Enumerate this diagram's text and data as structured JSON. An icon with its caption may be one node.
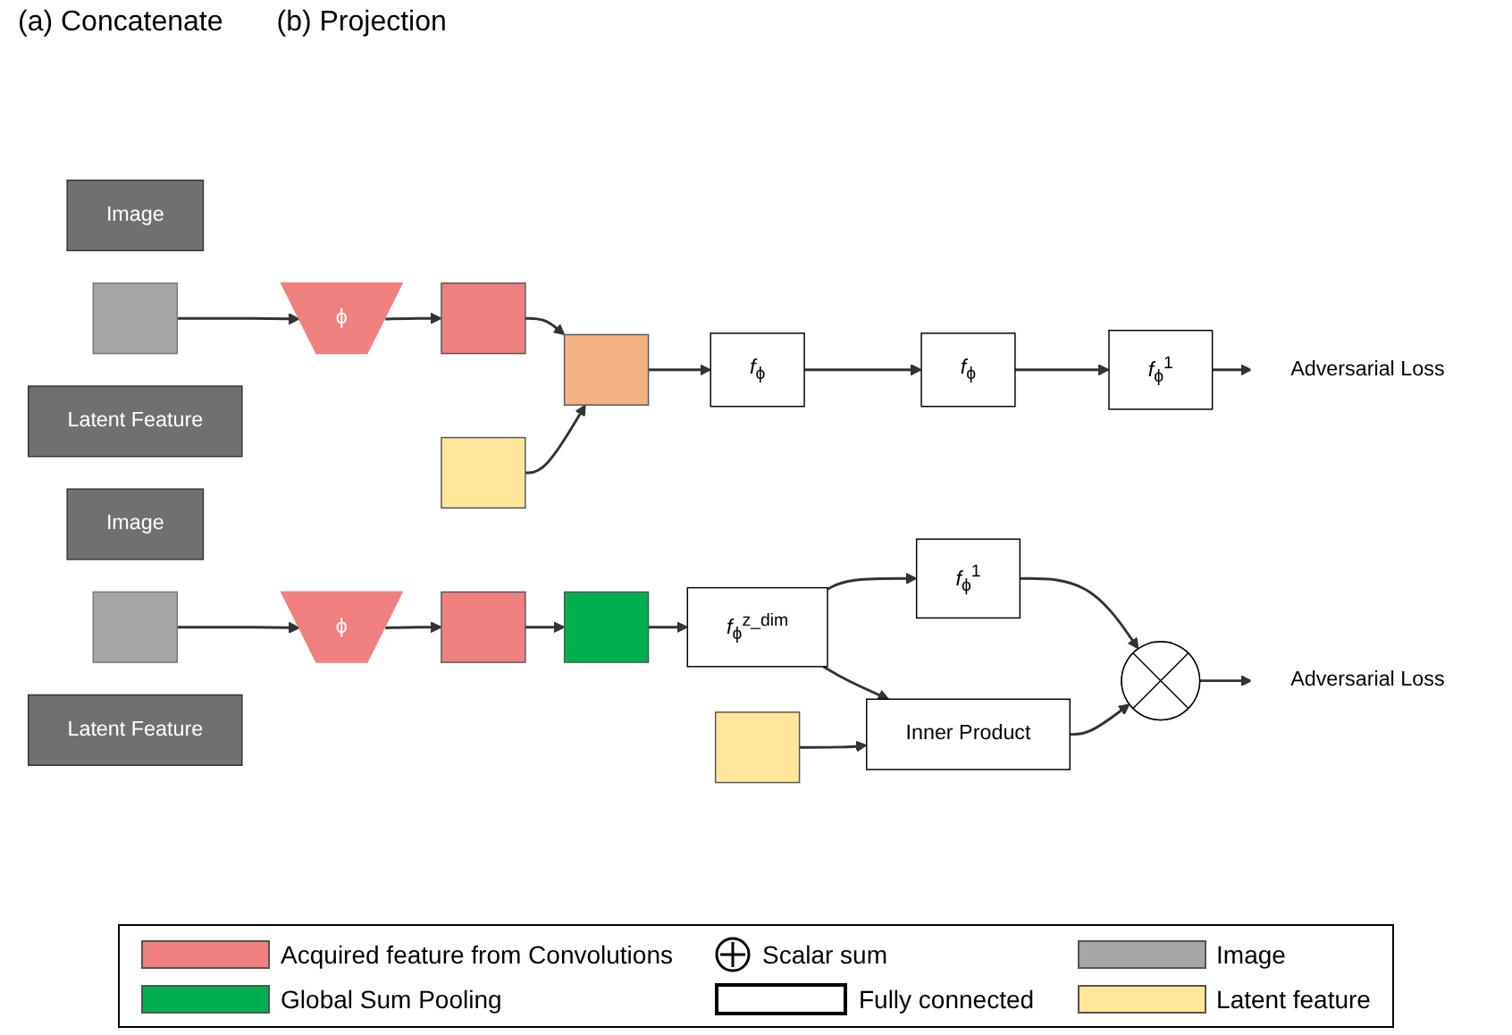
{
  "diagram": {
    "nodes": [
      {
        "text": [
          "Image"
        ]
      },
      {
        "text": [],
        "shape": "box"
      },
      {
        "text": [
          "ϕ"
        ]
      },
      {
        "text": [],
        "shape": "bar"
      },
      {
        "text": [
          "Latent Feature"
        ]
      },
      {
        "text": [],
        "shape": "bar"
      },
      {
        "text": [],
        "shape": "bar"
      },
      {
        "text": [
          "*f*$_{ϕ}$"
        ]
      },
      {
        "text": [
          "*f*$_{ϕ}$"
        ]
      },
      {
        "text": [
          "*f*$_{ϕ}$$^{1}$"
        ]
      },
      {
        "text": [
          "Adversarial Loss"
        ]
      },
      {
        "text": [
          "Image"
        ]
      },
      {
        "text": [],
        "shape": "box"
      },
      {
        "text": [
          "ϕ"
        ]
      },
      {
        "text": [],
        "shape": "bar"
      },
      {
        "text": [],
        "shape": "bar"
      },
      {
        "text": [
          "*f*$_{ϕ}$$^{z_dim}$"
        ]
      },
      {
        "text": [
          "*f*$_{ϕ}$$^{1}$"
        ]
      },
      {
        "text": [],
        "shape": "circle"
      },
      {
        "text": [
          "Latent Feature"
        ]
      },
      {
        "text": [],
        "shape": "bar"
      },
      {
        "text": [
          "Inner Product"
        ]
      },
      {
        "text": [
          "Adversarial Loss"
        ]
      }
    ],
    "edges": [
      {
        "from": 1,
        "to": 2,
        "arrow": "to"
      },
      {
        "from": 2,
        "to": 3,
        "arrow": "to"
      },
      {
        "from": 3,
        "to": 6,
        "arrow": "to"
      },
      {
        "from": 5,
        "to": 6,
        "arrow": "to"
      },
      {
        "from": 6,
        "to": 7,
        "arrow": "to"
      },
      {
        "from": 7,
        "to": 8,
        "arrow": "to"
      },
      {
        "from": 8,
        "to": 9,
        "arrow": "to"
      },
      {
        "from": 9,
        "to": 10,
        "arrow": "to"
      },
      {
        "from": 12,
        "to": 13,
        "arrow": "to"
      },
      {
        "from": 13,
        "to": 14,
        "arrow": "to"
      },
      {
        "from": 14,
        "to": 15,
        "arrow": "to"
      },
      {
        "from": 15,
        "to": 16,
        "arrow": "to"
      },
      {
        "from": 16,
        "to": 17,
        "arrow": "to"
      },
      {
        "from": 17,
        "to": 18,
        "arrow": "to"
      },
      {
        "from": 16,
        "to": 21,
        "arrow": "to"
      },
      {
        "from": 20,
        "to": 21,
        "arrow": "to"
      },
      {
        "from": 21,
        "to": 18,
        "arrow": "to"
      },
      {
        "from": 18,
        "to": 22,
        "arrow": "to"
      }
    ],
    "labels": [
      "(a) Concatenate",
      "(b) Projection"
    ],
    "legend": [
      {
        "text": "Acquired feature from Convolutions",
        "color": "#f08080"
      },
      {
        "text": "Scalar sum"
      },
      {
        "text": "Image",
        "color": "#a6a6a6"
      },
      {
        "text": "Global Sum Pooling",
        "color": "#00b050"
      },
      {
        "text": "Fully connected"
      },
      {
        "text": "Latent feature",
        "color": "#ffe699"
      }
    ]
  }
}
